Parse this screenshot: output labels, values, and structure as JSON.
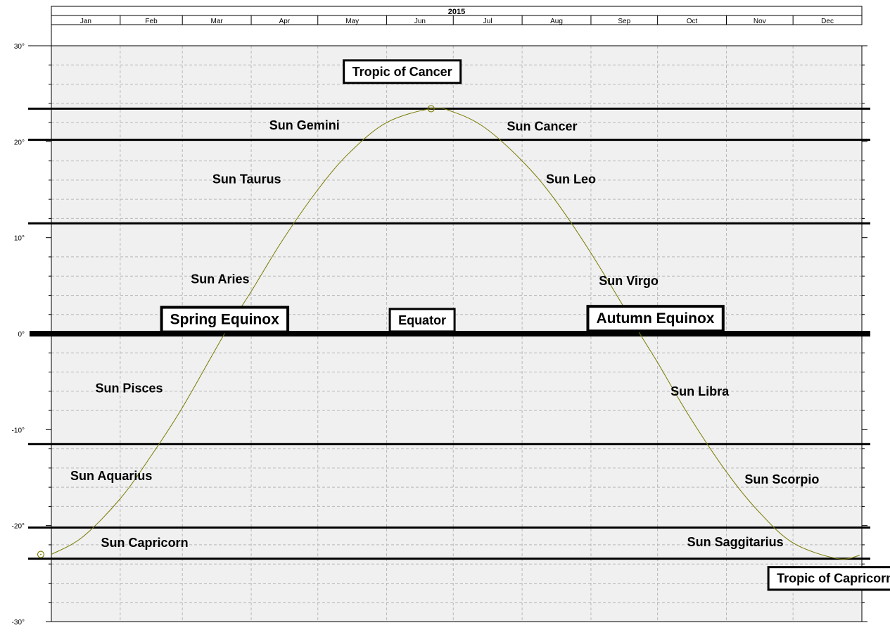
{
  "chart_data": {
    "type": "line",
    "title": "2015",
    "months": [
      "Jan",
      "Feb",
      "Mar",
      "Apr",
      "May",
      "Jun",
      "Jul",
      "Aug",
      "Sep",
      "Oct",
      "Nov",
      "Dec"
    ],
    "ylim": [
      -30,
      30
    ],
    "yticks": [
      30,
      20,
      10,
      0,
      -10,
      -20,
      -30
    ],
    "ytick_labels": [
      "30°",
      "20°",
      "10°",
      "0°",
      "-10°",
      "-20°",
      "-30°"
    ],
    "grid": true,
    "series": [
      {
        "color": "#7a7a00",
        "points": [
          [
            "2015-01-01",
            -23.0
          ],
          [
            "2015-01-15",
            -21.2
          ],
          [
            "2015-02-01",
            -17.2
          ],
          [
            "2015-02-15",
            -12.7
          ],
          [
            "2015-03-01",
            -7.7
          ],
          [
            "2015-03-20",
            0.0
          ],
          [
            "2015-04-01",
            4.4
          ],
          [
            "2015-04-15",
            9.7
          ],
          [
            "2015-05-01",
            15.0
          ],
          [
            "2015-05-15",
            18.8
          ],
          [
            "2015-06-01",
            22.0
          ],
          [
            "2015-06-21",
            23.44
          ],
          [
            "2015-07-01",
            23.1
          ],
          [
            "2015-07-15",
            21.5
          ],
          [
            "2015-08-01",
            18.0
          ],
          [
            "2015-08-15",
            14.2
          ],
          [
            "2015-09-01",
            8.4
          ],
          [
            "2015-09-23",
            0.0
          ],
          [
            "2015-10-01",
            -3.0
          ],
          [
            "2015-10-15",
            -8.5
          ],
          [
            "2015-11-01",
            -14.4
          ],
          [
            "2015-11-15",
            -18.4
          ],
          [
            "2015-12-01",
            -21.8
          ],
          [
            "2015-12-21",
            -23.44
          ],
          [
            "2015-12-31",
            -23.1
          ]
        ],
        "markers": [
          {
            "date": "2015-01-01",
            "value": -23.0,
            "symbol": "sun-symbol"
          },
          {
            "date": "2015-06-21",
            "value": 23.44,
            "symbol": "sun-symbol"
          }
        ]
      }
    ],
    "horizontal_lines": [
      {
        "value": 23.44,
        "weight": "medium"
      },
      {
        "value": 20.2,
        "weight": "medium"
      },
      {
        "value": 11.5,
        "weight": "medium"
      },
      {
        "value": 0,
        "weight": "heavy"
      },
      {
        "value": -11.5,
        "weight": "medium"
      },
      {
        "value": -20.2,
        "weight": "medium"
      },
      {
        "value": -23.44,
        "weight": "medium"
      }
    ],
    "band_labels": [
      {
        "text": "Sun Gemini",
        "date": "2015-04-25",
        "value": 21.7
      },
      {
        "text": "Sun Cancer",
        "date": "2015-08-10",
        "value": 21.6
      },
      {
        "text": "Sun Taurus",
        "date": "2015-03-30",
        "value": 16.1
      },
      {
        "text": "Sun Leo",
        "date": "2015-08-23",
        "value": 16.1
      },
      {
        "text": "Sun Aries",
        "date": "2015-03-18",
        "value": 5.7
      },
      {
        "text": "Sun Virgo",
        "date": "2015-09-18",
        "value": 5.5
      },
      {
        "text": "Sun Pisces",
        "date": "2015-02-05",
        "value": -5.7
      },
      {
        "text": "Sun Libra",
        "date": "2015-10-20",
        "value": -6.0
      },
      {
        "text": "Sun Aquarius",
        "date": "2015-01-28",
        "value": -14.8
      },
      {
        "text": "Sun Scorpio",
        "date": "2015-11-26",
        "value": -15.2
      },
      {
        "text": "Sun Capricorn",
        "date": "2015-02-12",
        "value": -21.8
      },
      {
        "text": "Sun Saggitarius",
        "date": "2015-11-05",
        "value": -21.7
      }
    ],
    "boxed_labels": [
      {
        "text": "Tropic of Cancer",
        "date": "2015-06-08",
        "value": 27.3,
        "style": "normal"
      },
      {
        "text": "Spring Equinox",
        "date": "2015-03-20",
        "value": 1.5,
        "style": "big"
      },
      {
        "text": "Equator",
        "date": "2015-06-17",
        "value": 1.4,
        "style": "normal"
      },
      {
        "text": "Autumn Equinox",
        "date": "2015-09-30",
        "value": 1.6,
        "style": "big"
      },
      {
        "text": "Tropic of Capricorn",
        "date": "2015-12-20",
        "value": -25.5,
        "style": "normal"
      }
    ]
  }
}
